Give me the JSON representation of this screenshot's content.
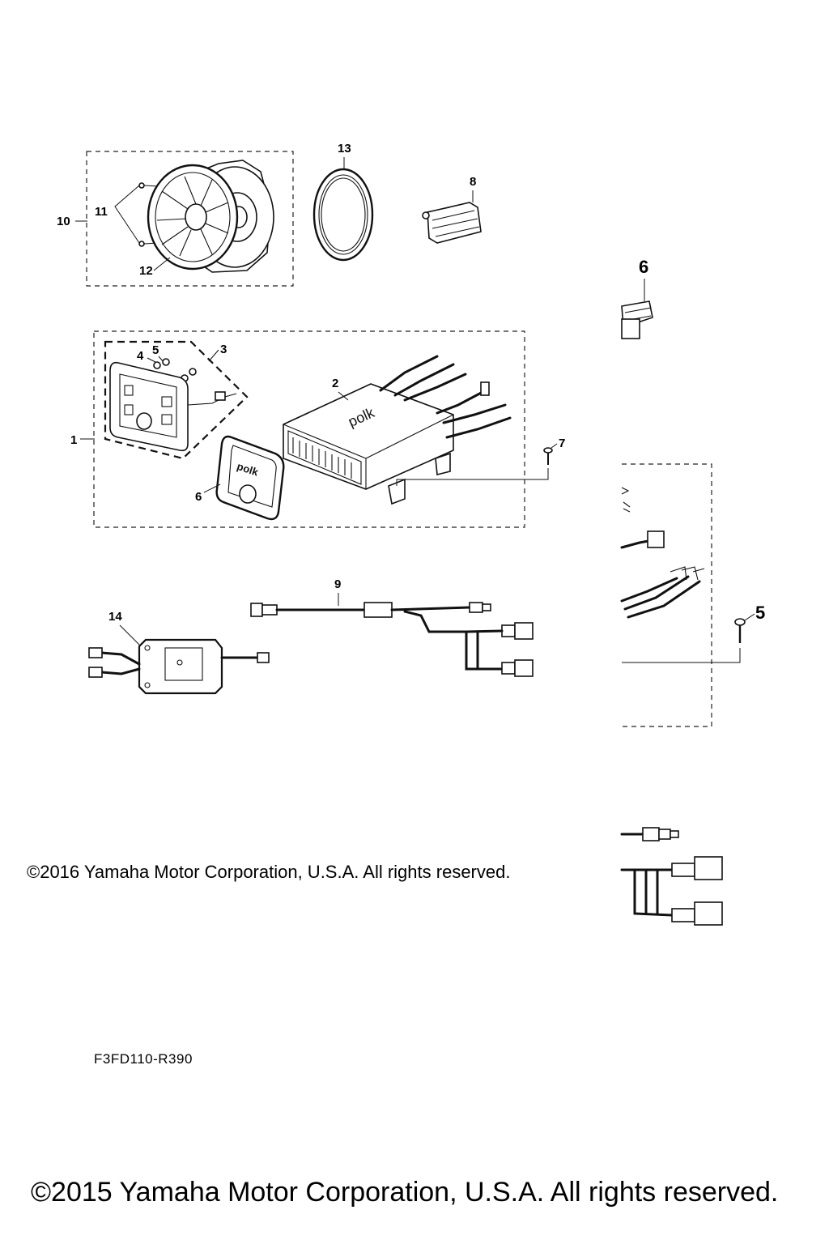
{
  "callouts": {
    "c1": "1",
    "c2": "2",
    "c3": "3",
    "c4": "4",
    "c5": "5",
    "c6": "6",
    "c7": "7",
    "c8": "8",
    "c9": "9",
    "c10": "10",
    "c11": "11",
    "c12": "12",
    "c13": "13",
    "c14": "14",
    "inset_c5": "5",
    "inset_c6": "6"
  },
  "brand_label": "polk",
  "copyright_small": "©2016 Yamaha Motor Corporation, U.S.A. All rights reserved.",
  "diagram_code": "F3FD110-R390",
  "copyright_large": "©2015 Yamaha Motor Corporation, U.S.A. All rights reserved."
}
